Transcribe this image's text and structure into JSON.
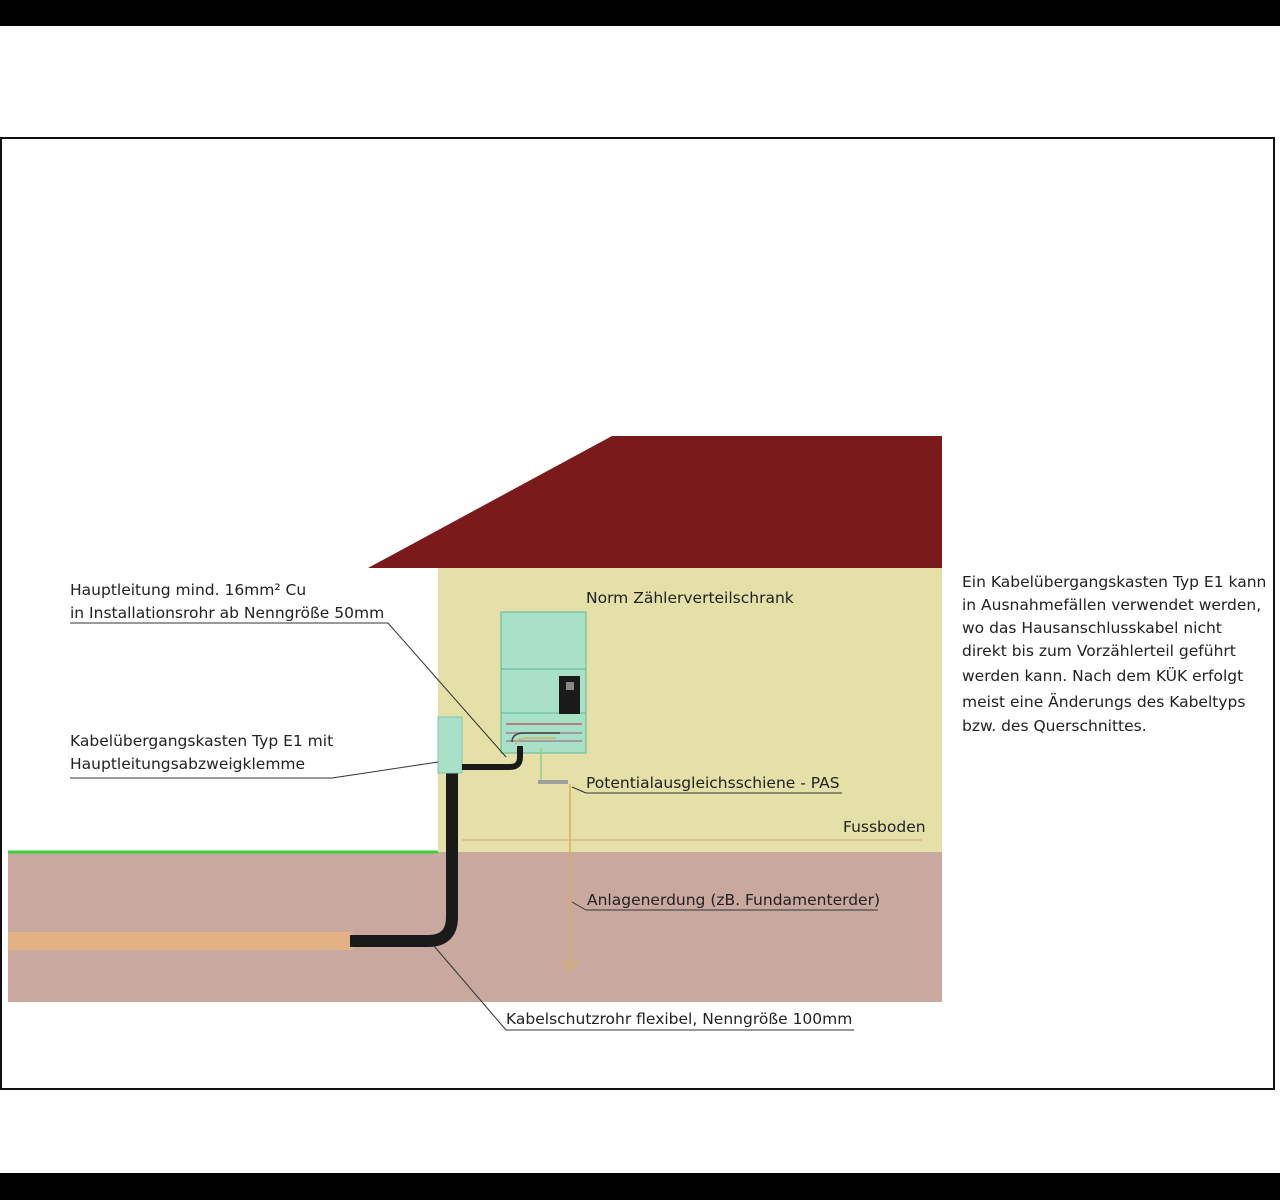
{
  "labels": {
    "hauptleitung_line1": "Hauptleitung mind. 16mm² Cu",
    "hauptleitung_line2": "in Installationsrohr ab Nenngröße 50mm",
    "kuek_line1": "Kabelübergangskasten Typ E1 mit",
    "kuek_line2": "Hauptleitungsabzweigklemme",
    "zaehlerschrank": "Norm Zählerverteilschrank",
    "pas": "Potentialausgleichsschiene - PAS",
    "fussboden": "Fussboden",
    "anlagenerdung": "Anlagenerdung (zB. Fundamenterder)",
    "kabelschutzrohr": "Kabelschutzrohr flexibel,  Nenngröße 100mm"
  },
  "note": {
    "lines": [
      "Ein Kabelübergangskasten Typ E1 kann",
      "in Ausnahmefällen verwendet werden,",
      "wo das Hausanschlusskabel nicht",
      "direkt bis zum Vorzählerteil geführt",
      "werden kann. Nach dem KÜK erfolgt",
      "meist eine Änderungs des Kabeltyps",
      "bzw. des Querschnittes."
    ]
  },
  "colors": {
    "roof": "#7a1a1a",
    "wall": "#e4e0a8",
    "soil": "#c9a89f",
    "grass": "#3ccf3c",
    "cable_trench": "#e2b285",
    "cabinet": "#a8e0c8",
    "conduit": "#1a1a1a",
    "earth_wire": "#d4b060"
  }
}
